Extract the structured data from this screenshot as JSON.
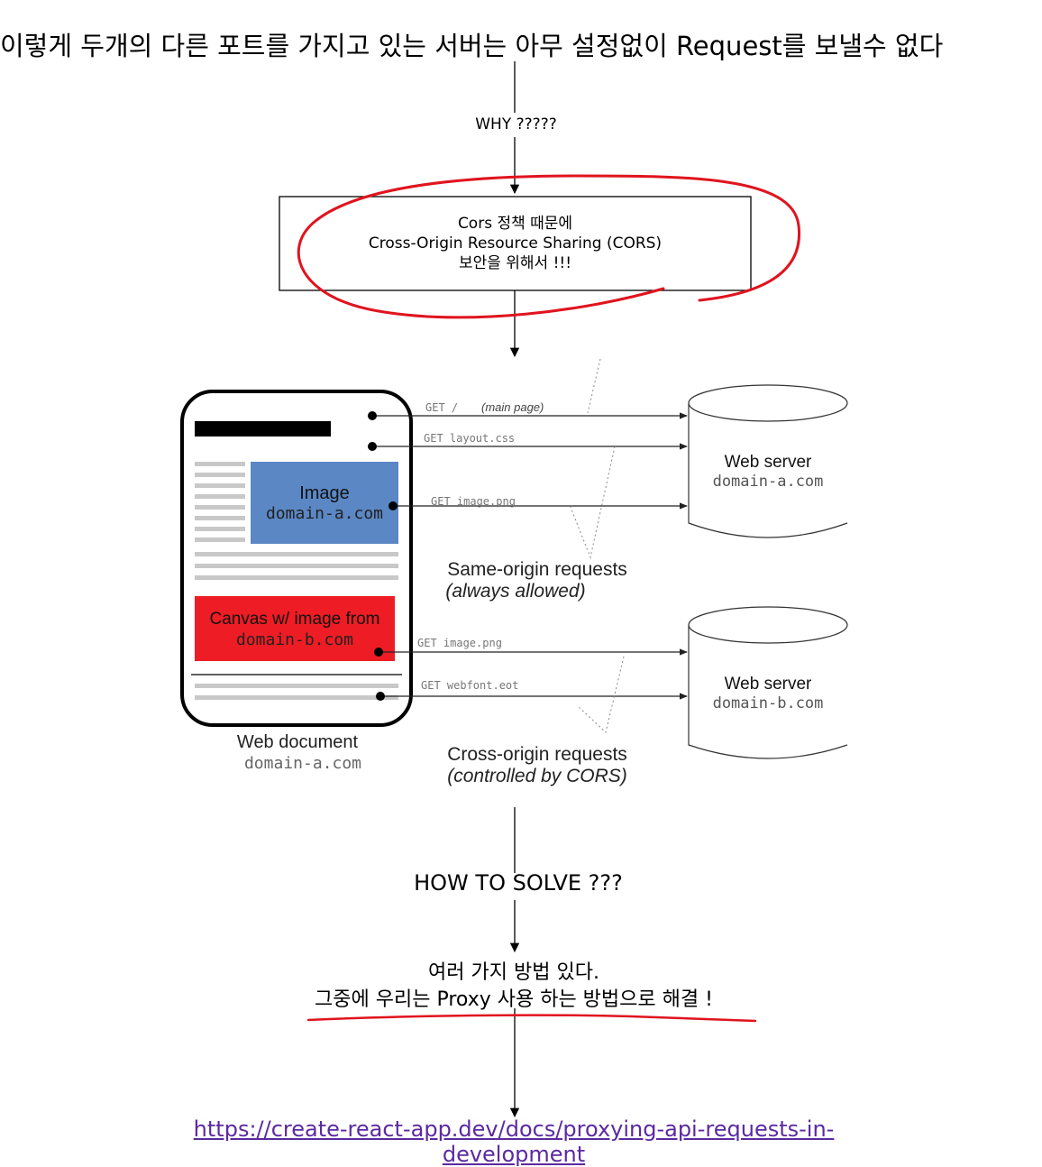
{
  "heading": "이렇게 두개의 다른 포트를 가지고 있는 서버는 아무 설정없이 Request를  보낼수 없다",
  "why_label": "WHY ?????",
  "cors_box": {
    "line1": "Cors 정책 때문에",
    "line2": "Cross-Origin Resource Sharing (CORS)",
    "line3": "보안을 위해서 !!!"
  },
  "figure": {
    "web_document": {
      "title": "Web document",
      "domain": "domain-a.com",
      "image_block": {
        "title": "Image",
        "domain": "domain-a.com",
        "color": "#5b87c4"
      },
      "canvas_block": {
        "title": "Canvas w/ image from",
        "domain": "domain-b.com",
        "color": "#ee1c24"
      }
    },
    "requests": {
      "get_root": "GET  /",
      "main_page": "(main page)",
      "get_layout": "GET  layout.css",
      "get_image_a": "GET  image.png",
      "get_image_b": "GET  image.png",
      "get_webfont": "GET  webfont.eot"
    },
    "server_a": {
      "title": "Web server",
      "domain": "domain-a.com"
    },
    "server_b": {
      "title": "Web server",
      "domain": "domain-b.com"
    },
    "same_origin": {
      "line1": "Same-origin requests",
      "line2": "(always allowed)"
    },
    "cross_origin": {
      "line1": "Cross-origin requests",
      "line2": "(controlled by CORS)"
    }
  },
  "how_to_solve": "HOW TO SOLVE ???",
  "ways_line1": "여러 가지 방법 있다.",
  "ways_line2": "그중에 우리는 Proxy 사용 하는 방법으로 해결 !",
  "link_text": "https://create-react-app.dev/docs/proxying-api-requests-in-development",
  "colors": {
    "annotation_red": "#e0141e",
    "link": "#5b2aa0"
  }
}
